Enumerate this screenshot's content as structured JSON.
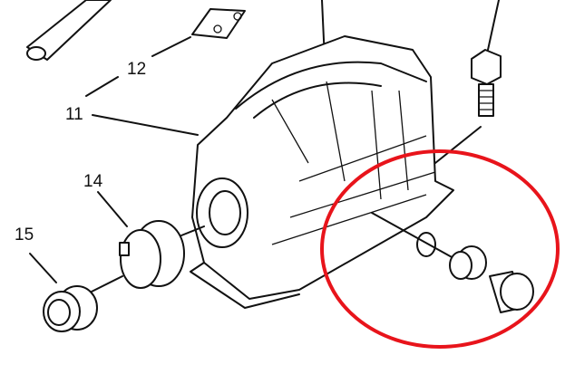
{
  "callouts": {
    "c11": "11",
    "c12": "12",
    "c14": "14",
    "c15": "15"
  },
  "highlight": {
    "color": "#e8141b"
  }
}
